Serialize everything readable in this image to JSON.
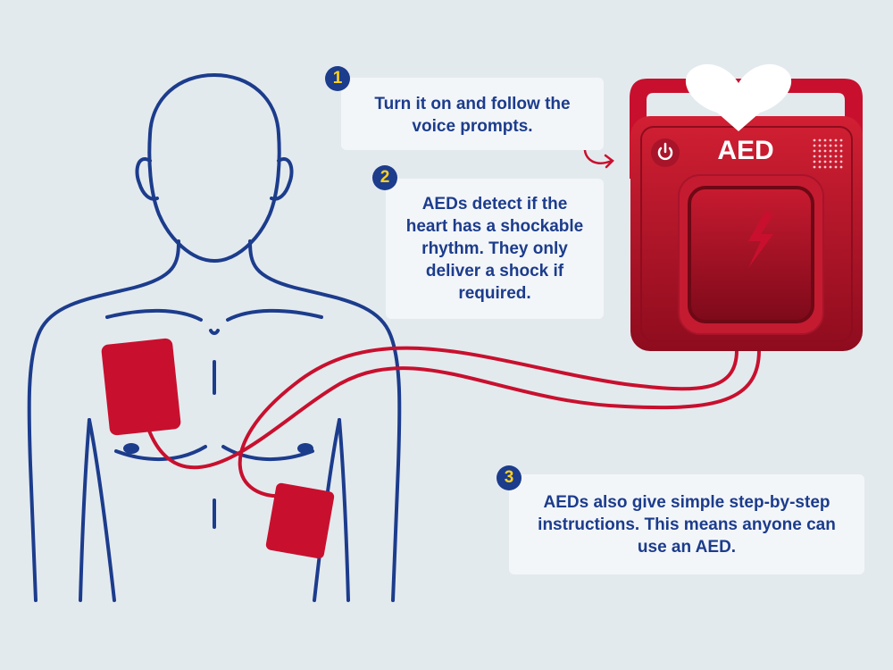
{
  "steps": [
    {
      "number": "1",
      "text": "Turn it on and follow the voice prompts."
    },
    {
      "number": "2",
      "text": "AEDs detect if the heart has a shockable rhythm. They only deliver a shock if required."
    },
    {
      "number": "3",
      "text": "AEDs also give simple step-by-step instructions. This means anyone can use an AED."
    }
  ],
  "device": {
    "label": "AED"
  },
  "colors": {
    "navy": "#1c3c8c",
    "red": "#c8102e",
    "yellow": "#ffd21f",
    "background": "#e3eaee"
  }
}
